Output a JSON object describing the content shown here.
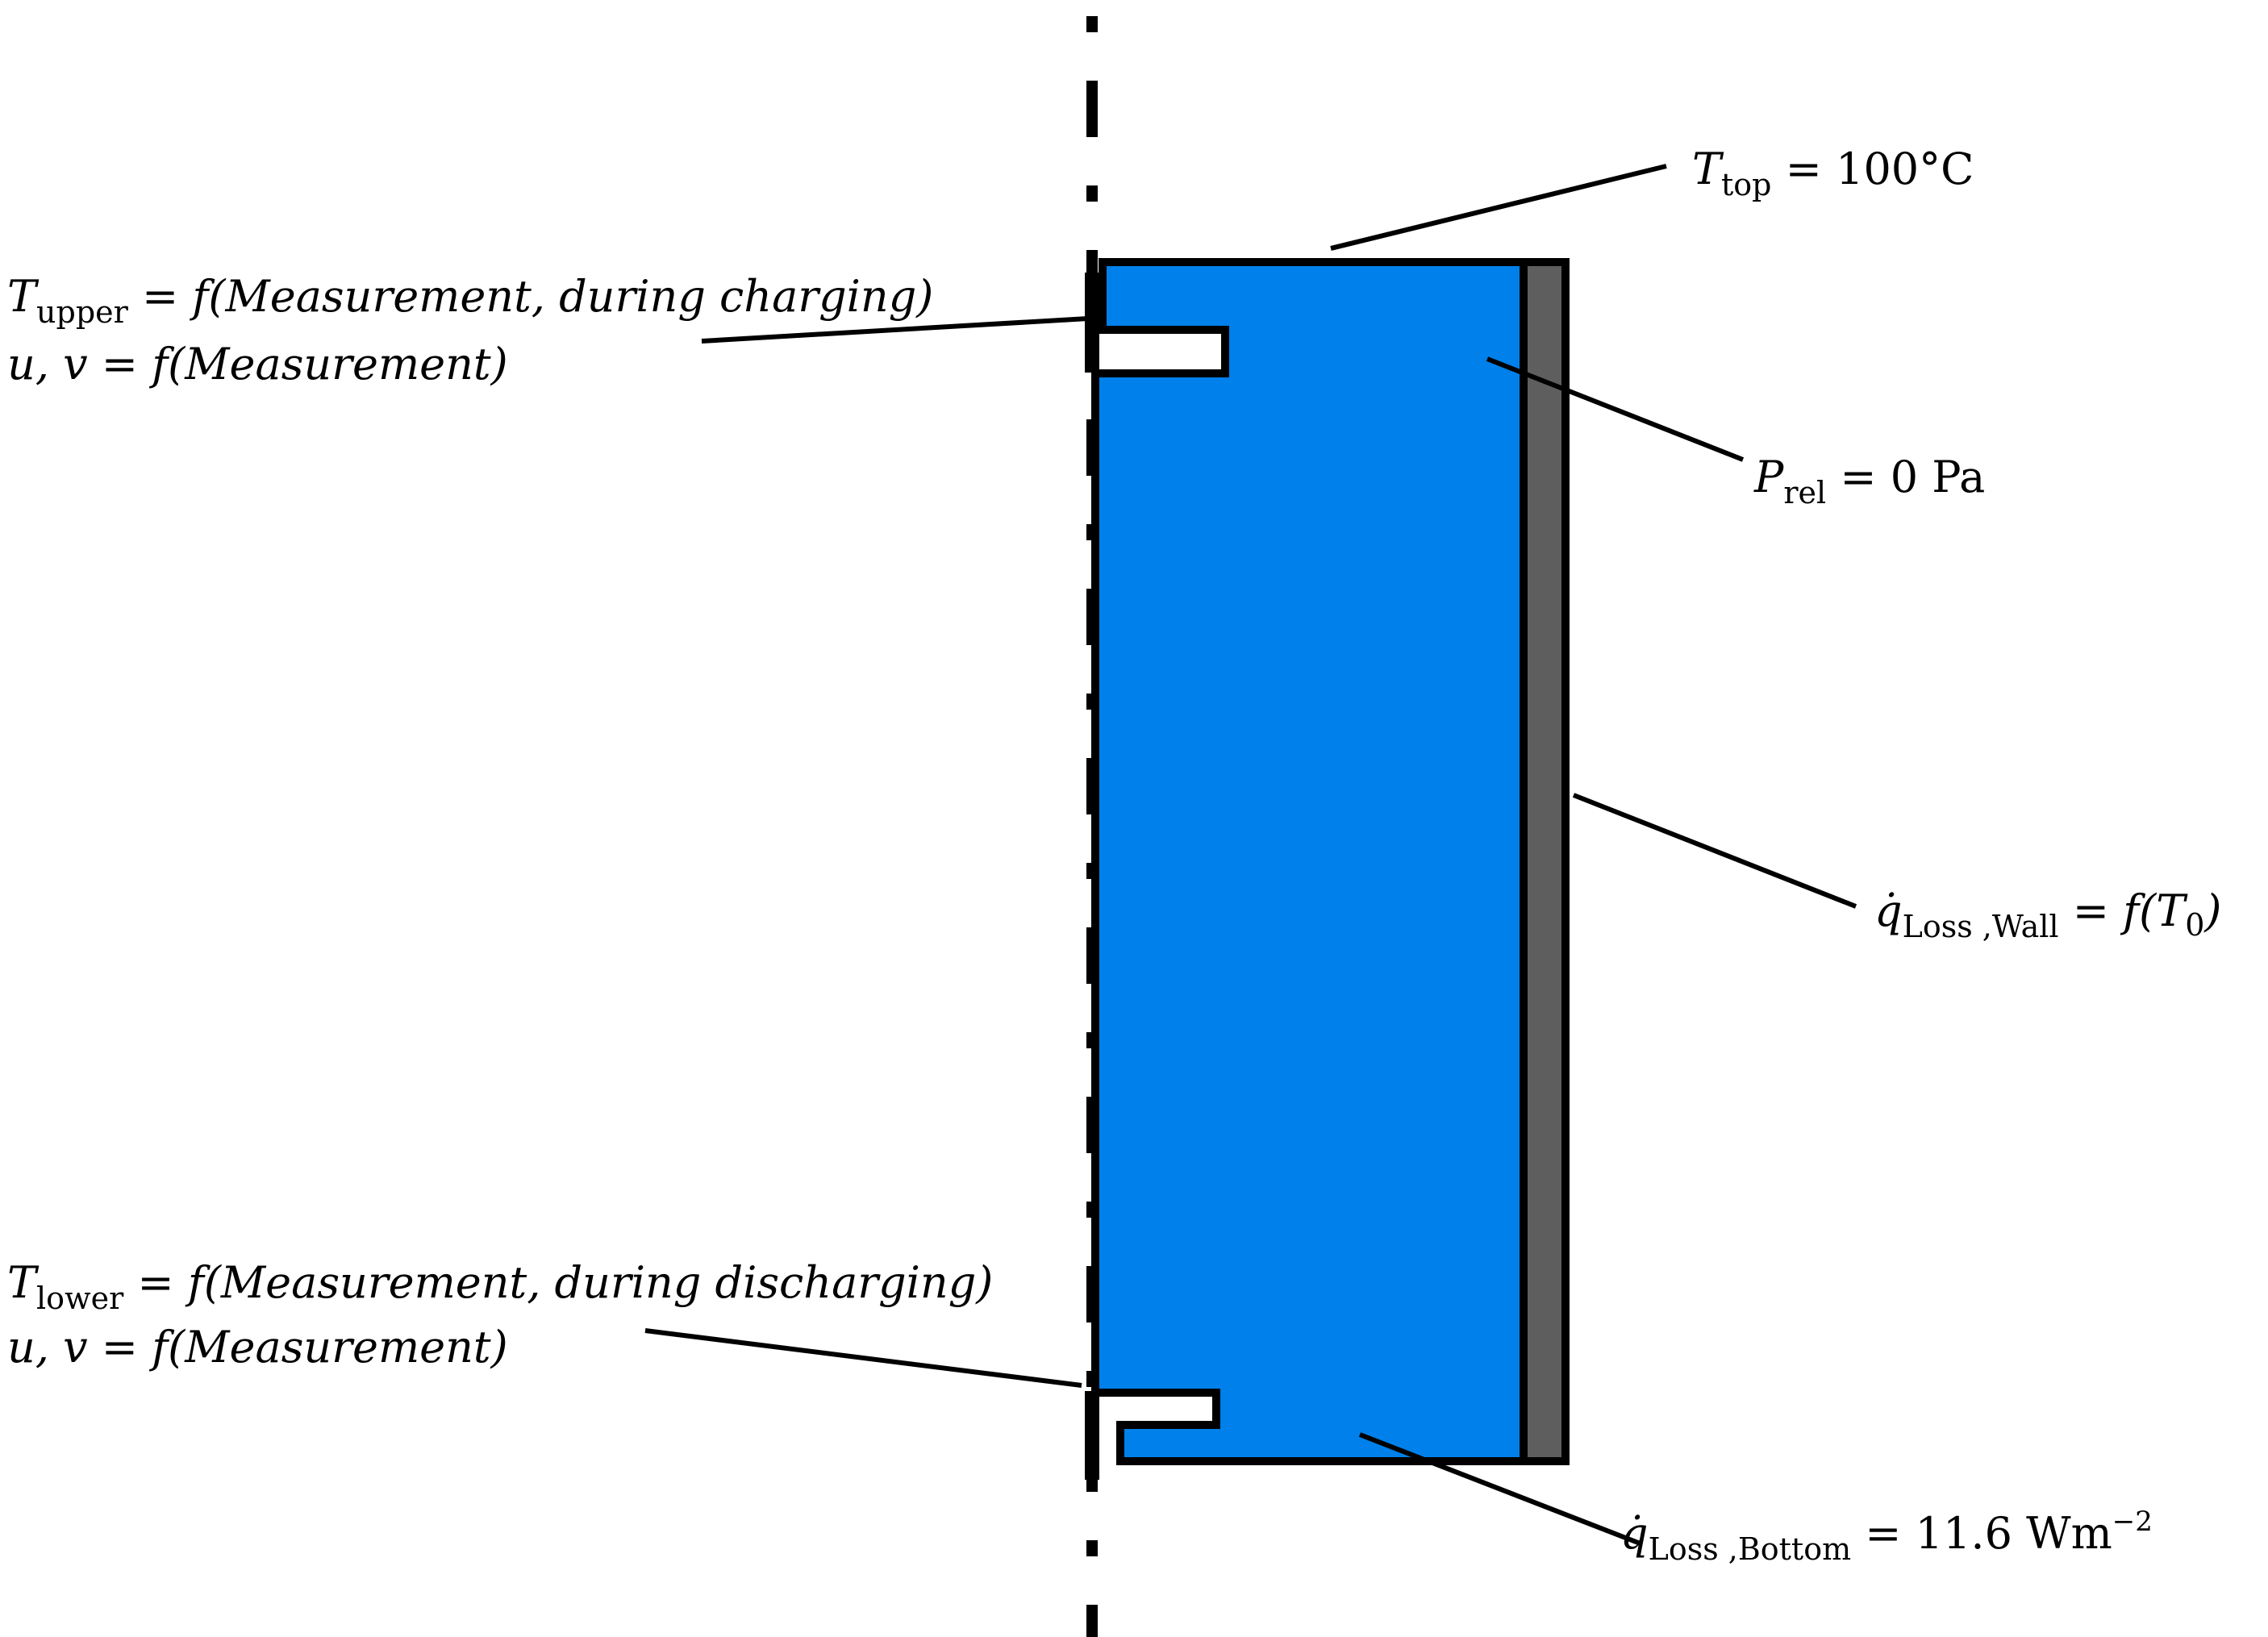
{
  "colors": {
    "fluid": "#0080EA",
    "wall": "#5E5E5E",
    "outline": "#000000"
  },
  "labels": {
    "t_top": {
      "symbol": "T",
      "sub": "top",
      "rhs": " = 100°C"
    },
    "t_upper": {
      "symbol": "T",
      "sub": "upper",
      "rhs": " = f(Measurement, during charging)",
      "line2": "u, v = f(Measurement)"
    },
    "p_rel": {
      "symbol": "P",
      "sub": "rel",
      "rhs": " = 0 Pa"
    },
    "q_wall": {
      "symbol": "q̇",
      "sub": "Loss ,Wall",
      "rhs": " = f(T",
      "rhs_sub": "0",
      "rhs_end": ")"
    },
    "t_lower": {
      "symbol": "T",
      "sub": "lower",
      "rhs": " = f(Measurement, during discharging)",
      "line2": "u, v = f(Measurement)"
    },
    "q_bottom": {
      "symbol": "q̇",
      "sub": "Loss ,Bottom",
      "rhs": "  = 11.6 Wm",
      "rhs_sup": "−2"
    }
  }
}
